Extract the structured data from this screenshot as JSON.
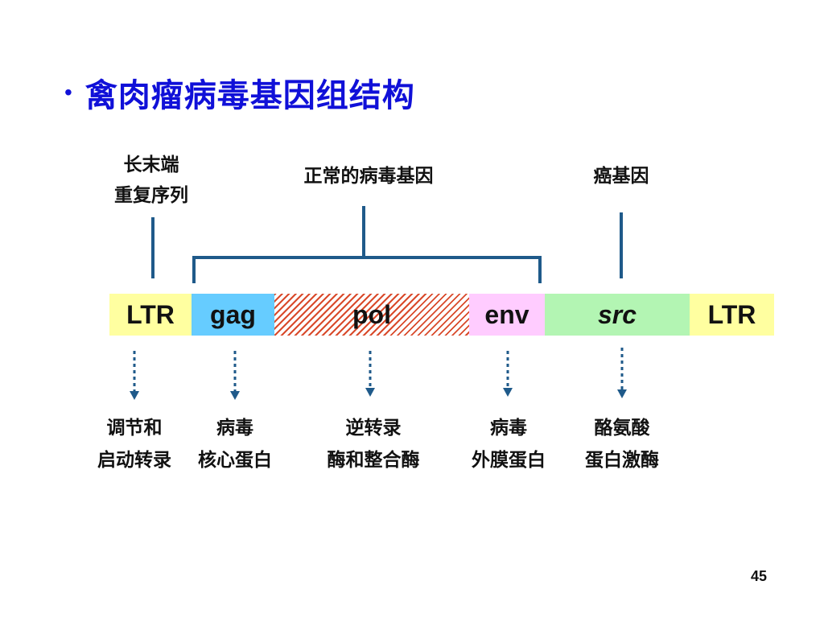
{
  "slide": {
    "bullet": "•",
    "title": "禽肉瘤病毒基因组结构",
    "page_number": "45"
  },
  "top_labels": {
    "ltr": "长末端\n重复序列",
    "normal_genes": "正常的病毒基因",
    "oncogene": "癌基因"
  },
  "segments": [
    {
      "label": "LTR",
      "color": "#ffffa0"
    },
    {
      "label": "gag",
      "color": "#66ccff"
    },
    {
      "label": "pol",
      "color": "#d94a2b"
    },
    {
      "label": "env",
      "color": "#ffccff"
    },
    {
      "label": "src",
      "color": "#b3f5b3"
    },
    {
      "label": "LTR",
      "color": "#ffffa0"
    }
  ],
  "bottom_labels": {
    "ltr": "调节和\n启动转录",
    "gag": "病毒\n核心蛋白",
    "pol": "逆转录\n酶和整合酶",
    "env": "病毒\n外膜蛋白",
    "src": "酪氨酸\n蛋白激酶"
  },
  "colors": {
    "title": "#1010d8",
    "line": "#1f5a8a"
  }
}
